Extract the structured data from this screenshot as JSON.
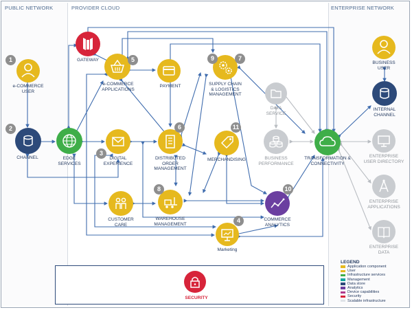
{
  "zones": [
    {
      "id": "public",
      "title": "PUBLIC NETWORK"
    },
    {
      "id": "provider",
      "title": "PROVIDER CLOUD"
    },
    {
      "id": "enterprise",
      "title": "ENTERPRISE NETWORK"
    }
  ],
  "nodes": {
    "ecommerce_user": {
      "label": "e-COMMERCE\nUSER",
      "badge": "1",
      "icon": "person-icon",
      "color": "#e6b91e"
    },
    "channel": {
      "label": "CHANNEL",
      "badge": "2",
      "icon": "database-icon",
      "color": "#2d4a7a"
    },
    "gateway": {
      "label": "GATEWAY",
      "badge": "",
      "icon": "gateway-icon",
      "color": "#d7243a"
    },
    "ecommerce_apps": {
      "label": "e-COMMERCE\nAPPLICATIONS",
      "badge": "5",
      "icon": "shopping-basket-icon",
      "color": "#e6b91e"
    },
    "payment": {
      "label": "PAYMENT",
      "badge": "",
      "icon": "credit-card-icon",
      "color": "#e6b91e"
    },
    "supply_chain": {
      "label": "SUPPLY CHAIN\n& LOGISTICS\nMANAGEMENT",
      "badge": "9",
      "icon": "gears-icon",
      "color": "#e6b91e"
    },
    "supply_chain_badge2": {
      "badge": "7"
    },
    "edge_services": {
      "label": "EDGE\nSERVICES",
      "badge": "",
      "icon": "globe-icon",
      "color": "#3fae49"
    },
    "digital_experience": {
      "label": "DIGITAL\nEXPERIENCE",
      "badge": "3",
      "icon": "envelope-icon",
      "color": "#e6b91e"
    },
    "distributed_order": {
      "label": "DISTRIBUTED\nORDER\nMANAGEMENT",
      "badge": "6",
      "icon": "document-icon",
      "color": "#e6b91e"
    },
    "merchandising": {
      "label": "MERCHANDISING",
      "badge": "11",
      "icon": "tag-icon",
      "color": "#e6b91e"
    },
    "data_service": {
      "label": "DATA\nSERVICE",
      "badge": "",
      "icon": "folder-icon",
      "color": "#c9ccd0"
    },
    "business_performance": {
      "label": "BUSINESS\nPERFORMANCE",
      "badge": "",
      "icon": "stacked-database-icon",
      "color": "#c9ccd0"
    },
    "transformation": {
      "label": "TRANSFORMATION &\nCONNECTIVITY",
      "badge": "",
      "icon": "cloud-icon",
      "color": "#3fae49"
    },
    "customer_care": {
      "label": "CUSTOMER\nCARE",
      "badge": "",
      "icon": "people-icon",
      "color": "#e6b91e"
    },
    "warehouse": {
      "label": "WAREHOUSE\nMANAGEMENT",
      "badge": "8",
      "icon": "forklift-icon",
      "color": "#e6b91e"
    },
    "commerce_analytics": {
      "label": "COMMERCE\nANALYTICS",
      "badge": "10",
      "icon": "line-graph-icon",
      "color": "#6b3fa0"
    },
    "marketing": {
      "label": "Marketing",
      "badge": "4",
      "icon": "presentation-icon",
      "color": "#e6b91e"
    },
    "business_user": {
      "label": "BUSINESS\nUSER",
      "badge": "",
      "icon": "person-icon",
      "color": "#e6b91e"
    },
    "internal_channel": {
      "label": "INTERNAL\nCHANNEL",
      "badge": "",
      "icon": "database-icon",
      "color": "#2d4a7a"
    },
    "enterprise_user_dir": {
      "label": "ENTERPRISE\nUSER DIRECTORY",
      "badge": "",
      "icon": "monitor-icon",
      "color": "#c9ccd0"
    },
    "enterprise_apps": {
      "label": "ENTERPRISE\nAPPLICATIONS",
      "badge": "",
      "icon": "compass-icon",
      "color": "#c9ccd0"
    },
    "enterprise_data": {
      "label": "ENTERPRISE\nDATA",
      "badge": "",
      "icon": "book-icon",
      "color": "#c9ccd0"
    },
    "security": {
      "label": "SECURITY",
      "badge": "",
      "icon": "padlock-icon",
      "color": "#d7243a"
    }
  },
  "legend": {
    "title": "LEGEND",
    "items": [
      {
        "label": "Application component",
        "color": "#e6b91e"
      },
      {
        "label": "User",
        "color": "#e6b91e"
      },
      {
        "label": "Infrastructure services",
        "color": "#3fae49"
      },
      {
        "label": "Management",
        "color": "#17a5a0"
      },
      {
        "label": "Data store",
        "color": "#2d4a7a"
      },
      {
        "label": "Analytics",
        "color": "#6b3fa0"
      },
      {
        "label": "Device capabilities",
        "color": "#b03a8c"
      },
      {
        "label": "Security",
        "color": "#d7243a"
      },
      {
        "label": "Scalable infrastructure",
        "color": "#dfe3e8"
      }
    ]
  },
  "colors": {
    "edge": "#3f6cae",
    "edge_gray": "#b9bdc2",
    "frame": "#9aa5b4"
  }
}
